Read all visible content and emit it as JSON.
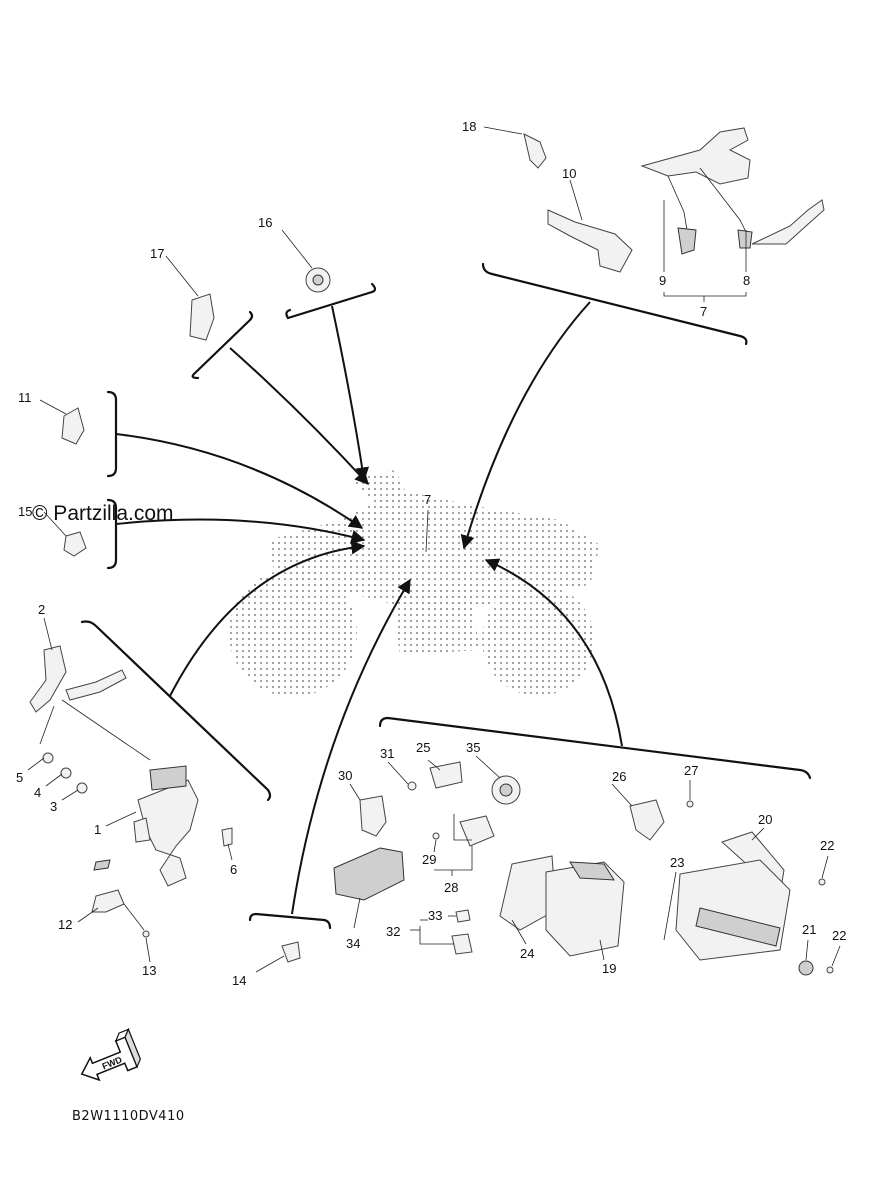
{
  "watermark": "© Partzilla.com",
  "diagram_code": "B2W1110DV410",
  "fwd_label": "FWD",
  "callouts": {
    "c1": "1",
    "c2": "2",
    "c3": "3",
    "c4": "4",
    "c5": "5",
    "c6": "6",
    "c7_top": "7",
    "c7_center": "7",
    "c8": "8",
    "c9": "9",
    "c10": "10",
    "c11": "11",
    "c12": "12",
    "c13": "13",
    "c14": "14",
    "c15": "15",
    "c16": "16",
    "c17": "17",
    "c18": "18",
    "c19": "19",
    "c20": "20",
    "c21": "21",
    "c22a": "22",
    "c22b": "22",
    "c23": "23",
    "c24": "24",
    "c25": "25",
    "c26": "26",
    "c27": "27",
    "c28": "28",
    "c29": "29",
    "c30": "30",
    "c31": "31",
    "c32": "32",
    "c33": "33",
    "c34": "34",
    "c35": "35"
  }
}
